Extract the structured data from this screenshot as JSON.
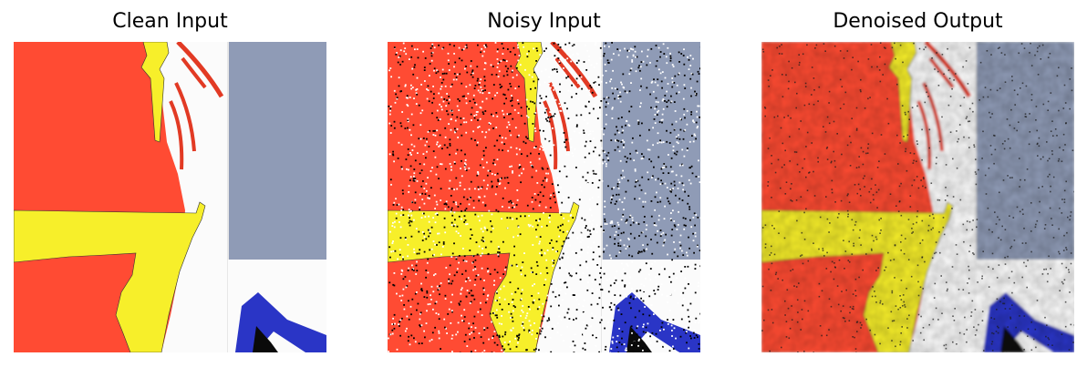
{
  "figure": {
    "panels": [
      {
        "title": "Clean Input",
        "noise": "none"
      },
      {
        "title": "Noisy Input",
        "noise": "salt-and-pepper"
      },
      {
        "title": "Denoised Output",
        "noise": "residual-dark-specks"
      }
    ]
  },
  "colors": {
    "red": "#ff4b33",
    "yellow": "#f7ef2a",
    "white": "#fbfbfb",
    "slate": "#8f9bb6",
    "blue": "#2a35c6",
    "black": "#0a0a0a"
  }
}
